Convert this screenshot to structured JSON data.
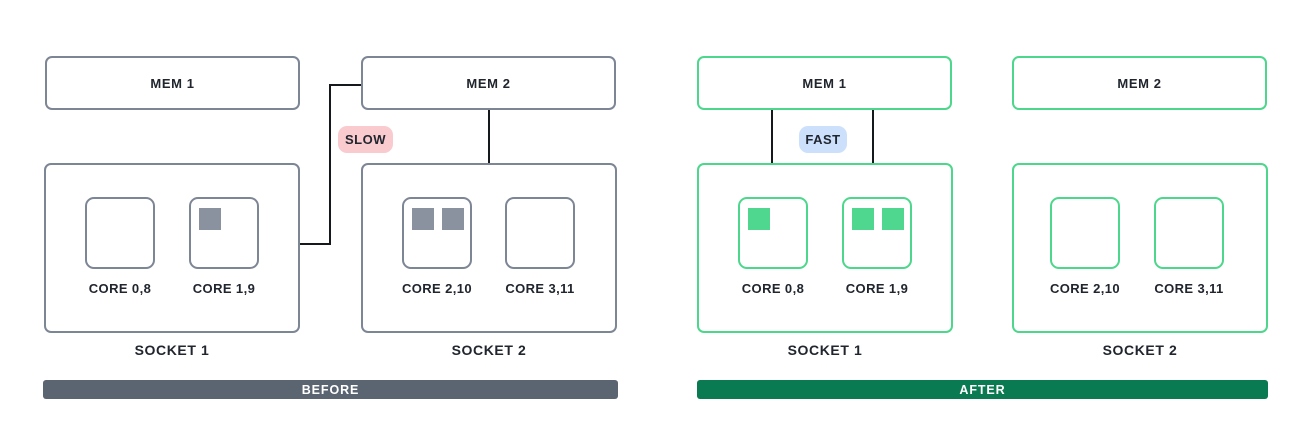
{
  "diagram": {
    "subject": "numa-memory-locality-before-after"
  },
  "colors": {
    "background": "#ffffff",
    "text": "#20252e",
    "gray_border": "#7d8695",
    "gray_chip": "#8a919f",
    "before_banner_bg": "#5b6471",
    "green_border": "#4dd78c",
    "green_chip": "#4fd78f",
    "after_banner_bg": "#0a7a52",
    "slow_badge_bg": "#f9cbce",
    "fast_badge_bg": "#cce0fc",
    "connector_line": "#15181c",
    "banner_text": "#ffffff"
  },
  "panels": [
    {
      "name": "before",
      "banner_label": "BEFORE",
      "badge_label": "SLOW",
      "mems": [
        {
          "label": "MEM 1"
        },
        {
          "label": "MEM 2"
        }
      ],
      "sockets": [
        {
          "label": "SOCKET 1",
          "cores": [
            {
              "label": "CORE 0,8",
              "process_count": 0
            },
            {
              "label": "CORE 1,9",
              "process_count": 1
            }
          ]
        },
        {
          "label": "SOCKET 2",
          "cores": [
            {
              "label": "CORE 2,10",
              "process_count": 2
            },
            {
              "label": "CORE 3,11",
              "process_count": 0
            }
          ]
        }
      ]
    },
    {
      "name": "after",
      "banner_label": "AFTER",
      "badge_label": "FAST",
      "mems": [
        {
          "label": "MEM 1"
        },
        {
          "label": "MEM 2"
        }
      ],
      "sockets": [
        {
          "label": "SOCKET 1",
          "cores": [
            {
              "label": "CORE 0,8",
              "process_count": 1
            },
            {
              "label": "CORE 1,9",
              "process_count": 2
            }
          ]
        },
        {
          "label": "SOCKET 2",
          "cores": [
            {
              "label": "CORE 2,10",
              "process_count": 0
            },
            {
              "label": "CORE 3,11",
              "process_count": 0
            }
          ]
        }
      ]
    }
  ]
}
